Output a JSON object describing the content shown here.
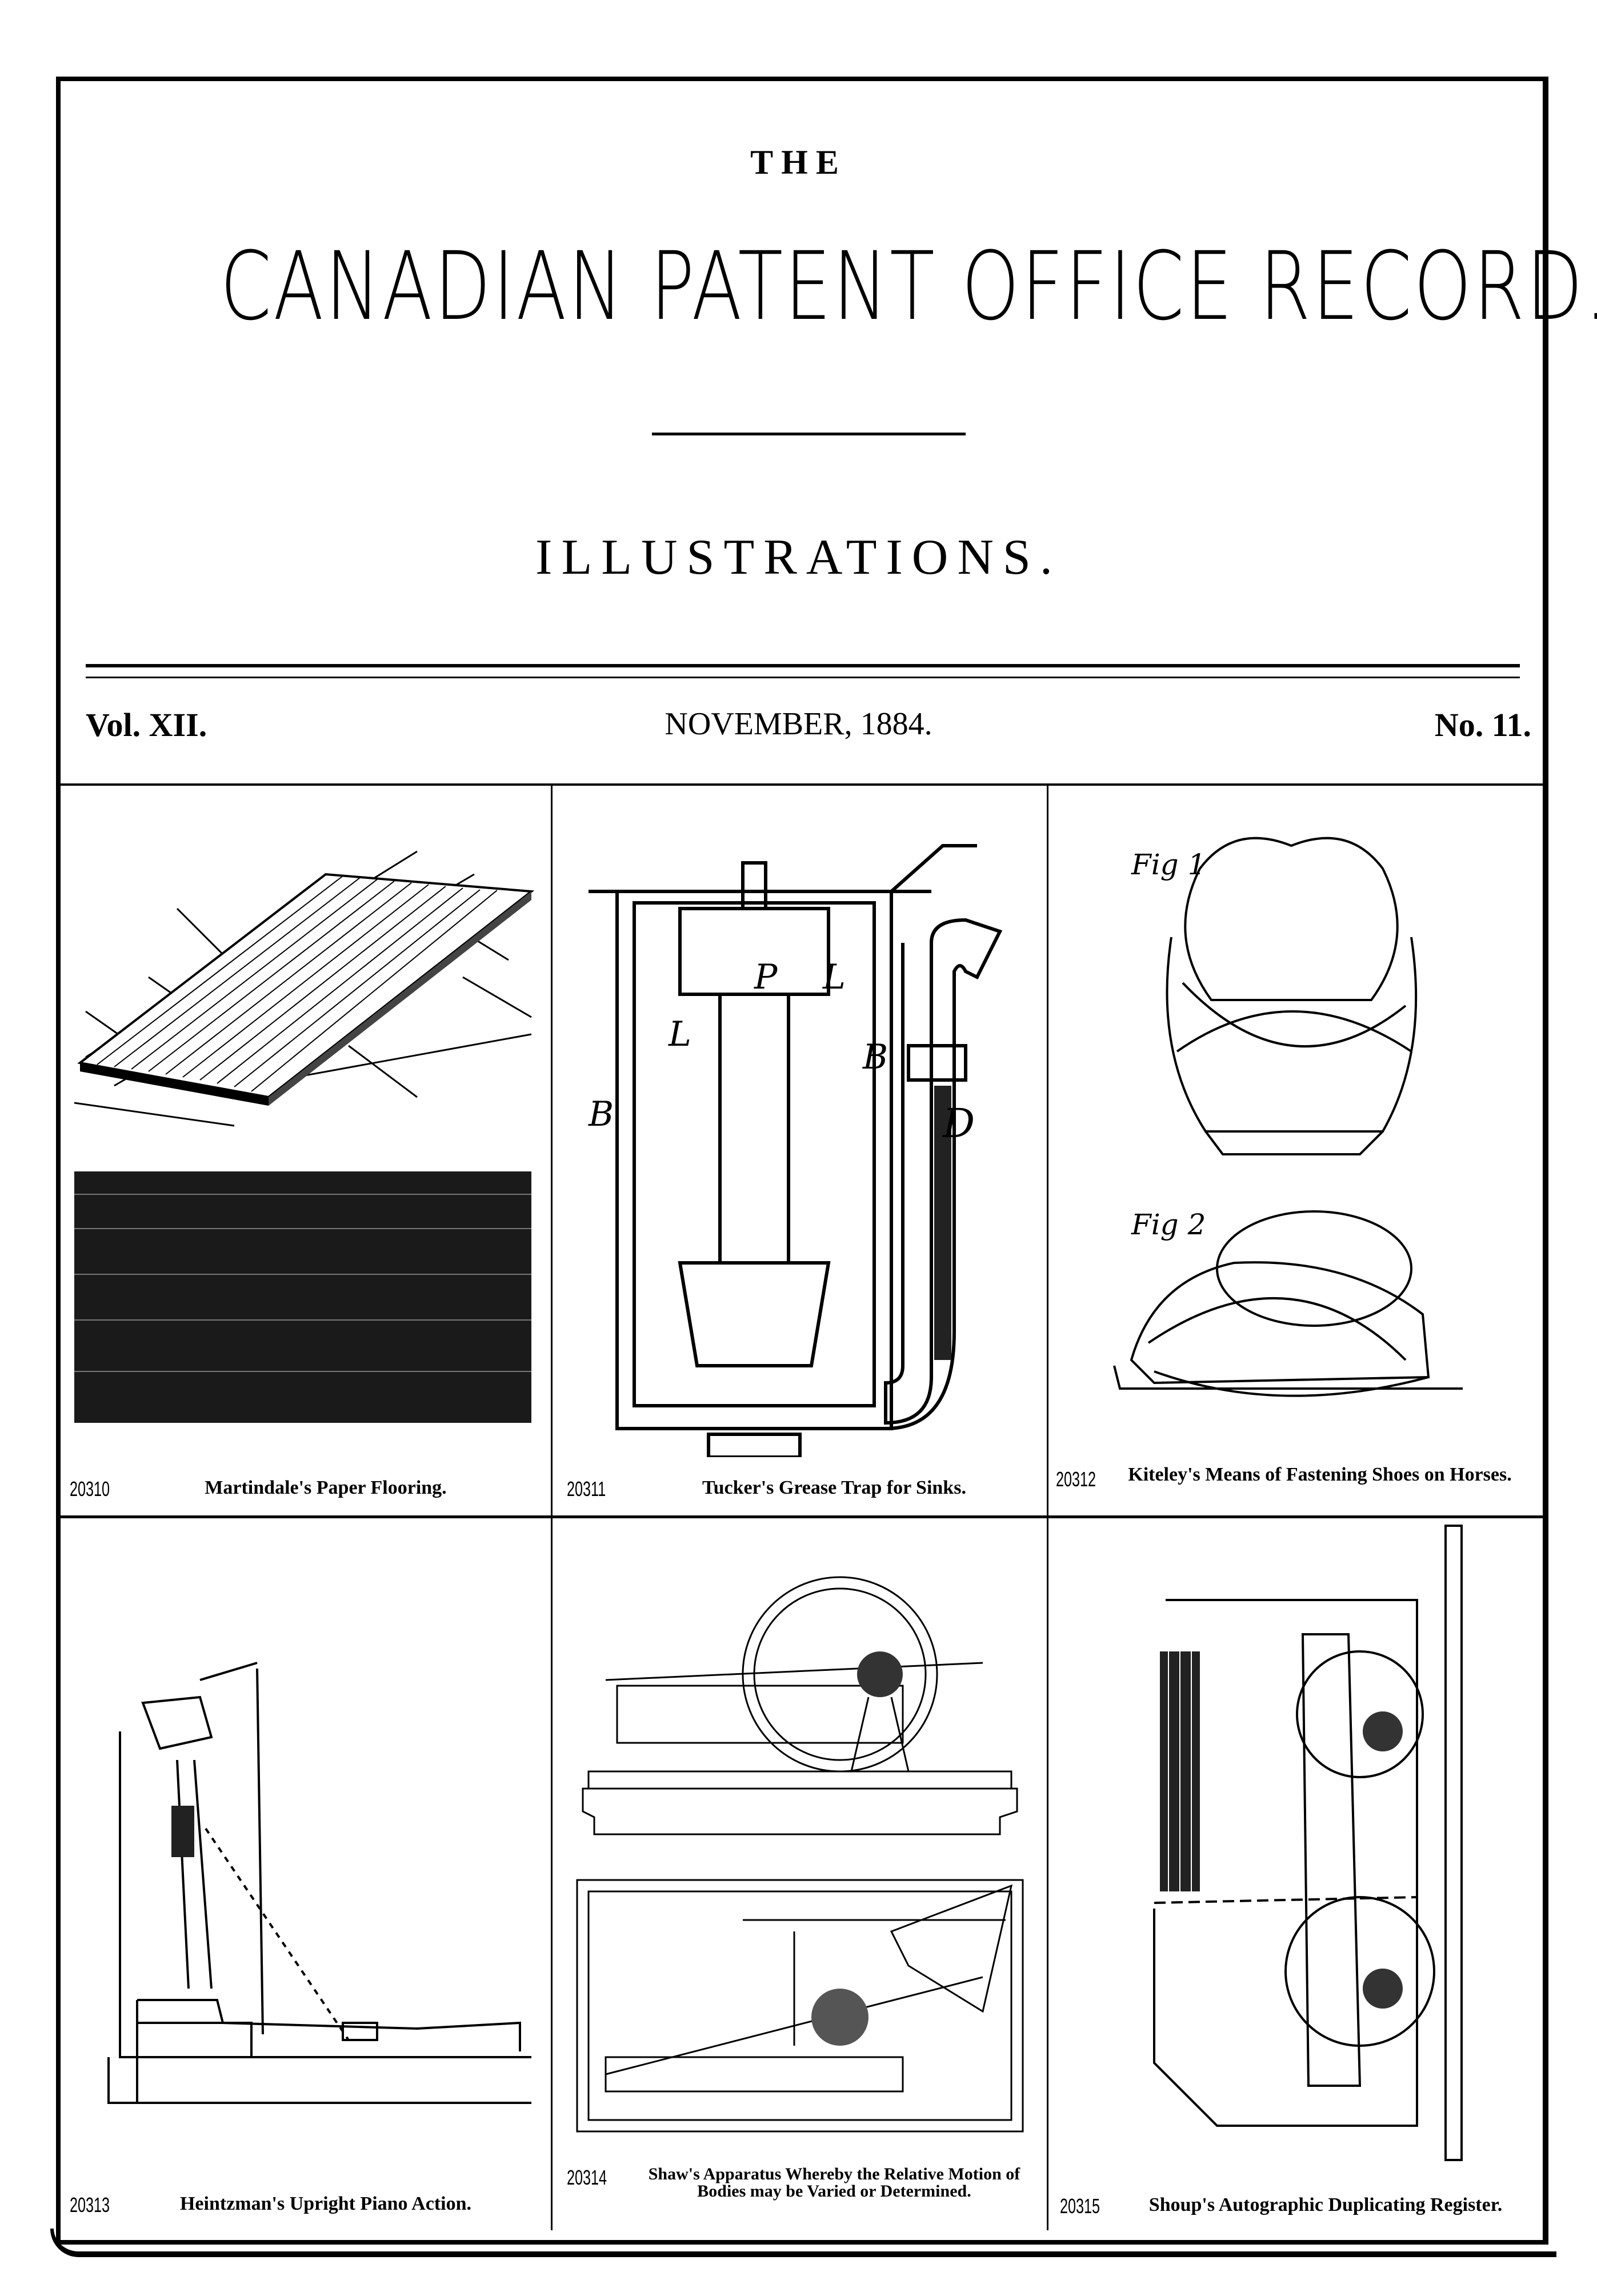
{
  "header": {
    "the": "THE",
    "title": "CANADIAN PATENT OFFICE RECORD.",
    "subtitle": "ILLUSTRATIONS."
  },
  "issue": {
    "volume": "Vol. XII.",
    "date": "NOVEMBER, 1884.",
    "number": "No. 11."
  },
  "patents": [
    {
      "number": "20310",
      "title": "Martindale's Paper Flooring."
    },
    {
      "number": "20311",
      "title": "Tucker's Grease Trap for Sinks."
    },
    {
      "number": "20312",
      "title": "Kiteley's Means of Fastening Shoes on Horses."
    },
    {
      "number": "20313",
      "title": "Heintzman's Upright Piano Action."
    },
    {
      "number": "20314",
      "title": "Shaw's Apparatus Whereby the Relative Motion of Bodies may be Varied or Determined."
    },
    {
      "number": "20315",
      "title": "Shoup's Autographic Duplicating Register."
    }
  ],
  "figure_labels": {
    "fig1": "Fig 1",
    "fig2": "Fig 2"
  }
}
